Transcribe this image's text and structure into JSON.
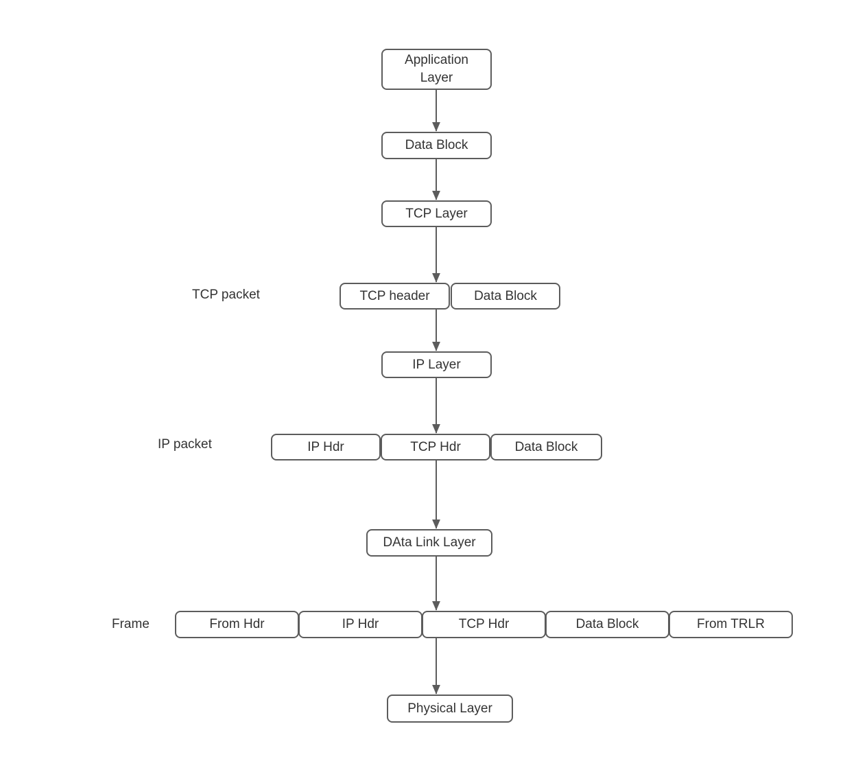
{
  "diagram": {
    "nodes": {
      "application_layer": "Application\nLayer",
      "data_block_top": "Data Block",
      "tcp_layer": "TCP Layer",
      "tcp_header": "TCP header",
      "tcp_packet_data_block": "Data Block",
      "ip_layer": "IP Layer",
      "ip_hdr": "IP Hdr",
      "ip_packet_tcp_hdr": "TCP Hdr",
      "ip_packet_data_block": "Data Block",
      "data_link_layer": "DAta Link Layer",
      "frame_from_hdr": "From Hdr",
      "frame_ip_hdr": "IP Hdr",
      "frame_tcp_hdr": "TCP Hdr",
      "frame_data_block": "Data Block",
      "frame_from_trlr": "From TRLR",
      "physical_layer": "Physical Layer"
    },
    "row_labels": {
      "tcp_packet": "TCP packet",
      "ip_packet": "IP packet",
      "frame": "Frame"
    },
    "colors": {
      "node_border": "#5c5c5c",
      "node_fill": "#ffffff",
      "text": "#333333",
      "arrow": "#5c5c5c",
      "background": "#ffffff"
    }
  }
}
